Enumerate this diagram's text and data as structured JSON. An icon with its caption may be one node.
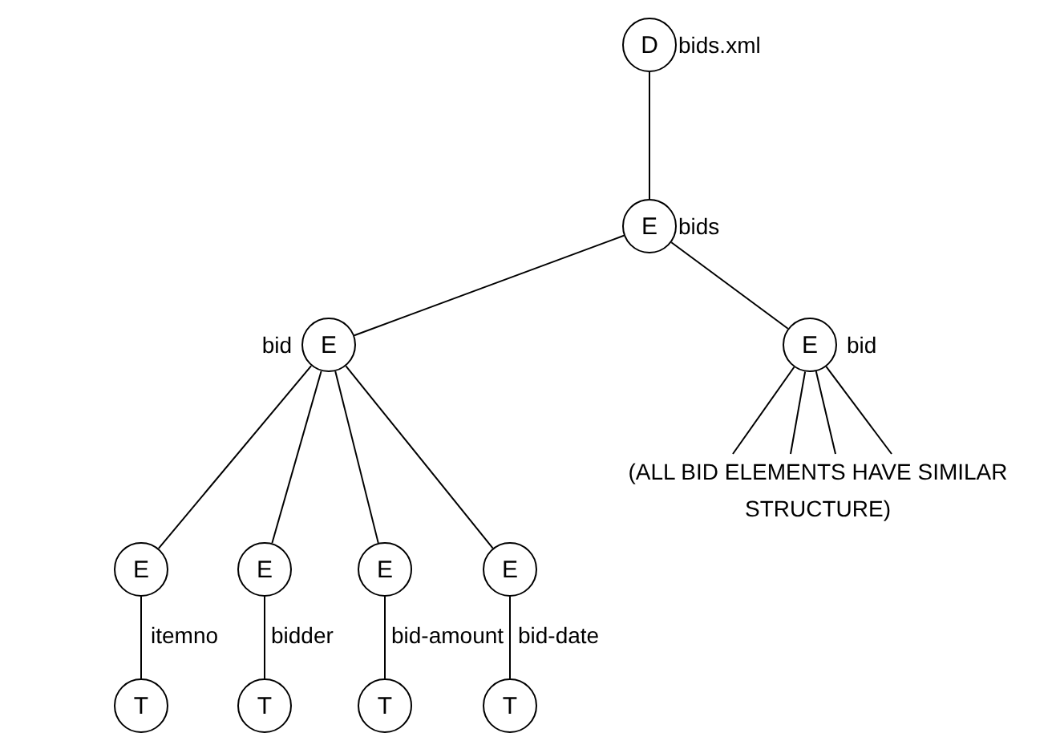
{
  "diagram": {
    "nodes": [
      {
        "text": [
          "D"
        ],
        "beside": [
          "bids.xml"
        ]
      },
      {
        "text": [
          "E"
        ],
        "beside": [
          "bids"
        ]
      },
      {
        "text": [
          "E"
        ],
        "beside": [
          "bid"
        ]
      },
      {
        "text": [
          "E"
        ],
        "beside": [
          "bid"
        ]
      },
      {
        "text": [
          "E"
        ],
        "beside": [
          "itemno"
        ]
      },
      {
        "text": [
          "E"
        ],
        "beside": [
          "bidder"
        ]
      },
      {
        "text": [
          "E"
        ],
        "beside": [
          "bid-amount"
        ]
      },
      {
        "text": [
          "E"
        ],
        "beside": [
          "bid-date"
        ]
      },
      {
        "text": [
          "T"
        ]
      },
      {
        "text": [
          "T"
        ]
      },
      {
        "text": [
          "T"
        ]
      },
      {
        "text": [
          "T"
        ]
      },
      {
        "text": [
          "(ALL BID ELEMENTS HAVE SIMILAR STRUCTURE)"
        ]
      }
    ],
    "edges": [
      {
        "from": 0,
        "to": 1,
        "arrow": "none"
      },
      {
        "from": 1,
        "to": 2,
        "arrow": "none"
      },
      {
        "from": 1,
        "to": 3,
        "arrow": "none"
      },
      {
        "from": 2,
        "to": 4,
        "arrow": "none"
      },
      {
        "from": 2,
        "to": 5,
        "arrow": "none"
      },
      {
        "from": 2,
        "to": 6,
        "arrow": "none"
      },
      {
        "from": 2,
        "to": 7,
        "arrow": "none"
      },
      {
        "from": 4,
        "to": 8,
        "arrow": "none"
      },
      {
        "from": 5,
        "to": 9,
        "arrow": "none"
      },
      {
        "from": 6,
        "to": 10,
        "arrow": "none"
      },
      {
        "from": 7,
        "to": 11,
        "arrow": "none"
      },
      {
        "from": 3,
        "to": 12,
        "arrow": "none"
      },
      {
        "from": 3,
        "to": 12,
        "arrow": "none"
      },
      {
        "from": 3,
        "to": 12,
        "arrow": "none"
      },
      {
        "from": 3,
        "to": 12,
        "arrow": "none"
      }
    ]
  }
}
